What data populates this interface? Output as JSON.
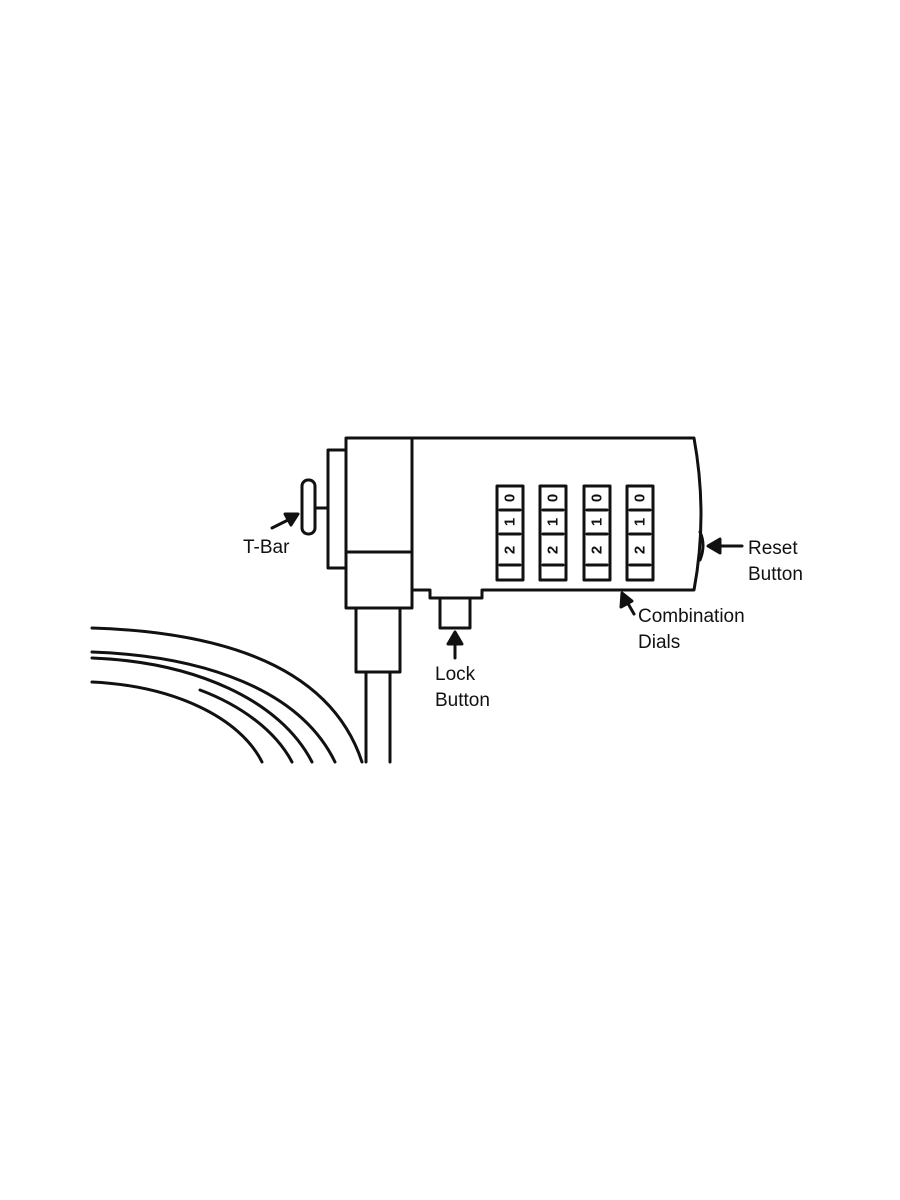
{
  "colors": {
    "line": "#111111",
    "background": "#ffffff"
  },
  "labels": {
    "t_bar": "T-Bar",
    "reset_line1": "Reset",
    "reset_line2": "Button",
    "combination_line1": "Combination",
    "combination_line2": "Dials",
    "lock_line1": "Lock",
    "lock_line2": "Button"
  },
  "dials": [
    {
      "digits": [
        "0",
        "1",
        "2"
      ]
    },
    {
      "digits": [
        "0",
        "1",
        "2"
      ]
    },
    {
      "digits": [
        "0",
        "1",
        "2"
      ]
    },
    {
      "digits": [
        "0",
        "1",
        "2"
      ]
    }
  ]
}
